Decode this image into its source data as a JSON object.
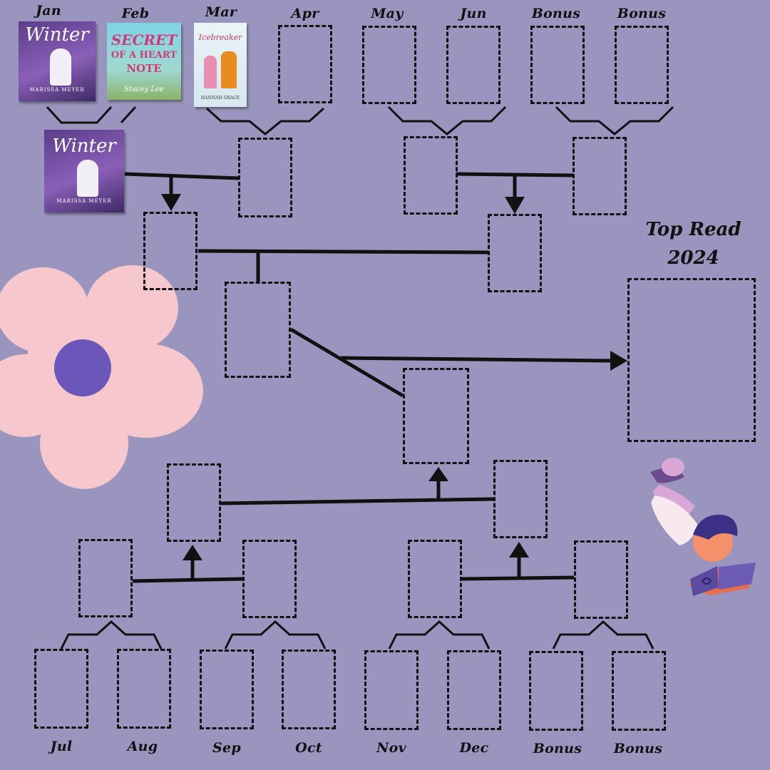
{
  "title": {
    "line1": "Top Read",
    "line2": "2024"
  },
  "top_labels": [
    "Jan",
    "Feb",
    "Mar",
    "Apr",
    "May",
    "Jun",
    "Bonus",
    "Bonus"
  ],
  "bottom_labels": [
    "Jul",
    "Aug",
    "Sep",
    "Oct",
    "Nov",
    "Dec",
    "Bonus",
    "Bonus"
  ],
  "books": {
    "jan": {
      "title": "Winter",
      "author": "MARISSA MEYER"
    },
    "feb": {
      "title_top": "SECRET",
      "title_mid": "OF A HEART",
      "title_bottom": "NOTE",
      "author": "Stacey Lee"
    },
    "mar": {
      "title": "Icebreaker",
      "author": "HANNAH GRACE"
    },
    "round2_winner": {
      "title": "Winter",
      "author": "MARISSA MEYER"
    }
  },
  "colors": {
    "background": "#9a95be",
    "line": "#111111",
    "flower_petal": "#f6c7cc",
    "flower_center": "#6a57b9"
  },
  "decorations": {
    "flower": "flower-illustration",
    "reader": "child-reading-book-illustration"
  }
}
